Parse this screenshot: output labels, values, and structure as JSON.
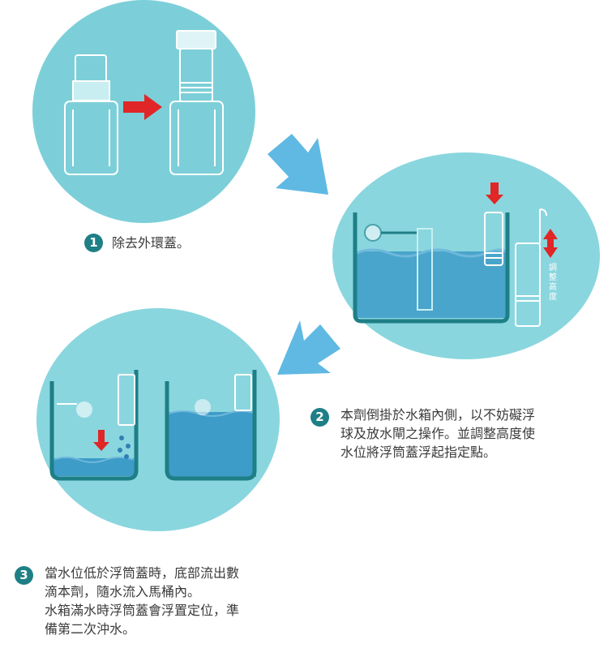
{
  "steps": [
    {
      "number": "1",
      "text": "除去外環蓋。"
    },
    {
      "number": "2",
      "lines": [
        "本劑倒掛於水箱內側，以不妨礙浮",
        "球及放水閘之操作。並調整高度使",
        "水位將浮筒蓋浮起指定點。"
      ]
    },
    {
      "number": "3",
      "lines": [
        "當水位低於浮筒蓋時，底部流出數",
        "滴本劑，隨水流入馬桶內。",
        "水箱滿水時浮筒蓋會浮置定位，準",
        "備第二次沖水。"
      ]
    }
  ],
  "height_label": [
    "調",
    "整",
    "高",
    "度"
  ],
  "colors": {
    "accent": "#1e7f86",
    "circle": "#8ad6de",
    "arrow_big": "#5fb9e3",
    "arrow_red": "#e02626",
    "water": "#3d9cc8"
  }
}
